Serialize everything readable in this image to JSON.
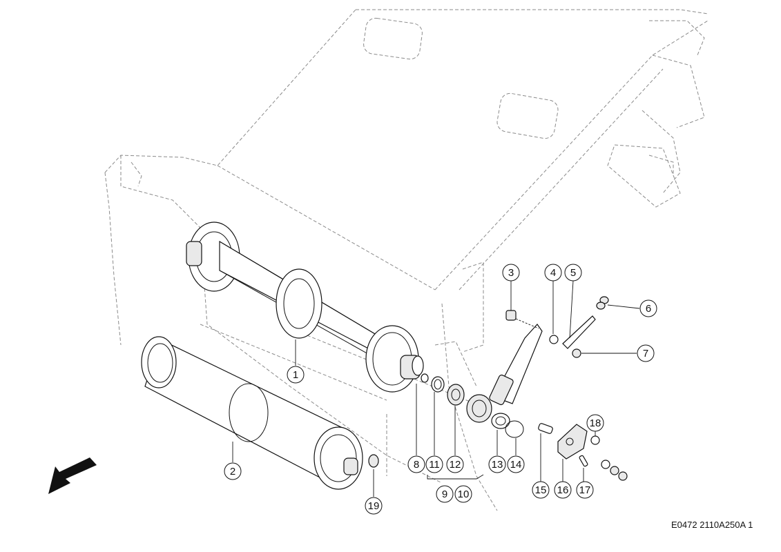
{
  "drawing_code": "E0472 2110A250A 1",
  "callouts": [
    {
      "label": "1",
      "name": "callout-1"
    },
    {
      "label": "2",
      "name": "callout-2"
    },
    {
      "label": "3",
      "name": "callout-3"
    },
    {
      "label": "4",
      "name": "callout-4"
    },
    {
      "label": "5",
      "name": "callout-5"
    },
    {
      "label": "6",
      "name": "callout-6"
    },
    {
      "label": "7",
      "name": "callout-7"
    },
    {
      "label": "8",
      "name": "callout-8"
    },
    {
      "label": "9",
      "name": "callout-9"
    },
    {
      "label": "10",
      "name": "callout-10"
    },
    {
      "label": "11",
      "name": "callout-11"
    },
    {
      "label": "12",
      "name": "callout-12"
    },
    {
      "label": "13",
      "name": "callout-13"
    },
    {
      "label": "14",
      "name": "callout-14"
    },
    {
      "label": "15",
      "name": "callout-15"
    },
    {
      "label": "16",
      "name": "callout-16"
    },
    {
      "label": "17",
      "name": "callout-17"
    },
    {
      "label": "18",
      "name": "callout-18"
    },
    {
      "label": "19",
      "name": "callout-19"
    }
  ],
  "icons": {
    "direction_arrow": "arrow-down-left-icon"
  }
}
